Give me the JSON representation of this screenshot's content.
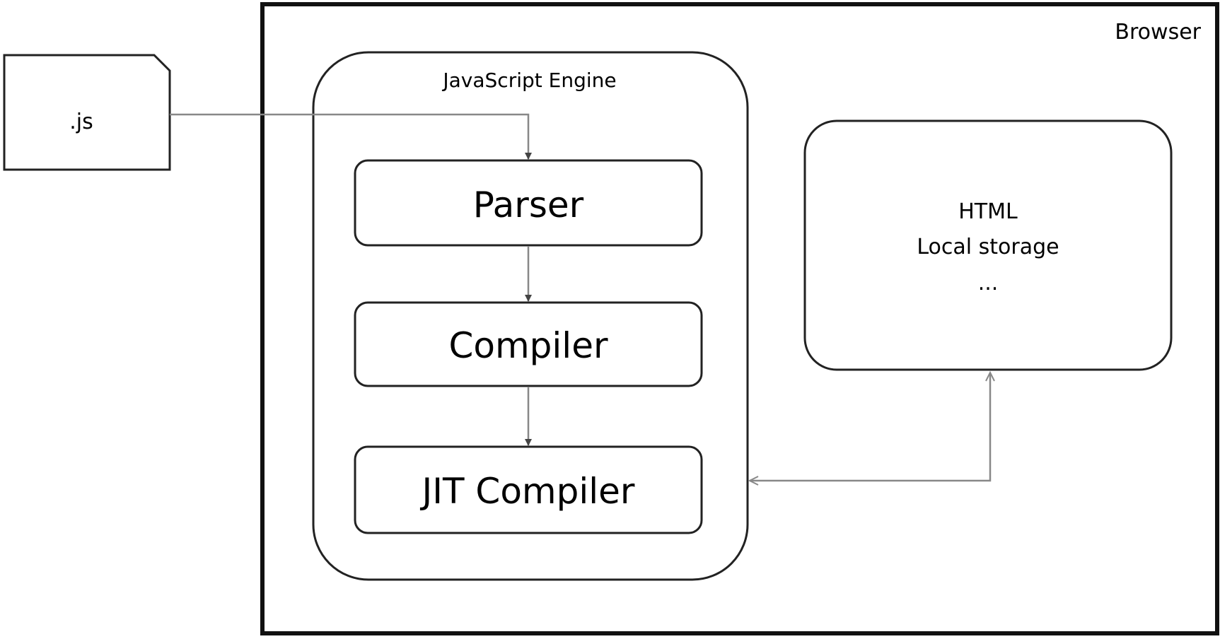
{
  "diagram": {
    "browser": {
      "label": "Browser"
    },
    "source_file": {
      "label": ".js"
    },
    "engine": {
      "label": "JavaScript Engine",
      "stages": [
        {
          "id": "parser",
          "label": "Parser"
        },
        {
          "id": "compiler",
          "label": "Compiler"
        },
        {
          "id": "jit-compiler",
          "label": "JIT Compiler"
        }
      ]
    },
    "web_apis": {
      "lines": [
        "HTML",
        "Local storage",
        "..."
      ]
    }
  }
}
